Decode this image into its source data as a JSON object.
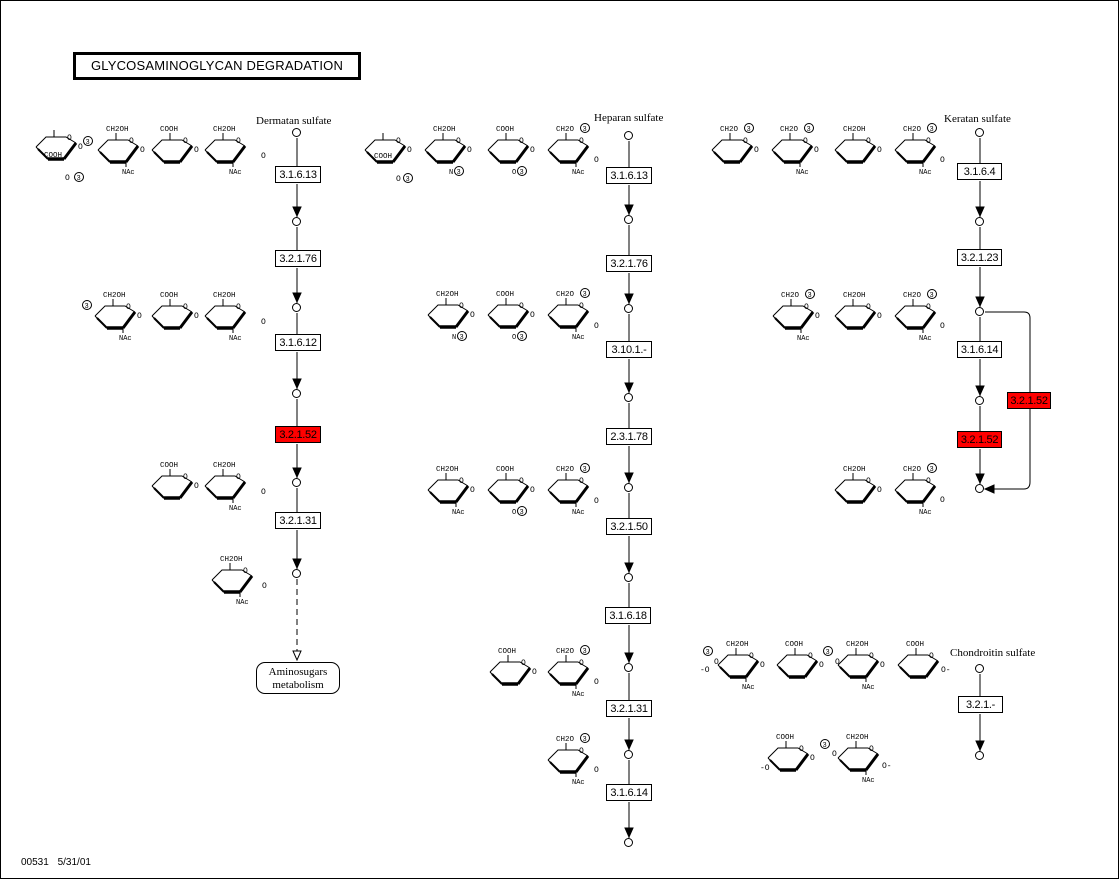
{
  "title": "GLYCOSAMINOGLYCAN DEGRADATION",
  "footer": {
    "map_id": "00531",
    "date": "5/31/01"
  },
  "colors": {
    "highlight": "#ff0000",
    "line": "#000000",
    "background": "#ffffff"
  },
  "pathways": [
    {
      "name": "Dermatan sulfate",
      "enzymes": [
        {
          "ec": "3.1.6.13",
          "highlighted": false
        },
        {
          "ec": "3.2.1.76",
          "highlighted": false
        },
        {
          "ec": "3.1.6.12",
          "highlighted": false
        },
        {
          "ec": "3.2.1.52",
          "highlighted": true
        },
        {
          "ec": "3.2.1.31",
          "highlighted": false
        }
      ],
      "output_map": "Aminosugars metabolism"
    },
    {
      "name": "Heparan sulfate",
      "enzymes": [
        {
          "ec": "3.1.6.13",
          "highlighted": false
        },
        {
          "ec": "3.2.1.76",
          "highlighted": false
        },
        {
          "ec": "3.10.1.-",
          "highlighted": false
        },
        {
          "ec": "2.3.1.78",
          "highlighted": false
        },
        {
          "ec": "3.2.1.50",
          "highlighted": false
        },
        {
          "ec": "3.1.6.18",
          "highlighted": false
        },
        {
          "ec": "3.2.1.31",
          "highlighted": false
        },
        {
          "ec": "3.1.6.14",
          "highlighted": false
        }
      ]
    },
    {
      "name": "Keratan sulfate",
      "enzymes": [
        {
          "ec": "3.1.6.4",
          "highlighted": false
        },
        {
          "ec": "3.2.1.23",
          "highlighted": false
        },
        {
          "ec": "3.1.6.14",
          "highlighted": false
        },
        {
          "ec": "3.2.1.52",
          "highlighted": true
        }
      ],
      "bypass_enzyme": {
        "ec": "3.2.1.52",
        "highlighted": true
      }
    },
    {
      "name": "Chondroitin sulfate",
      "enzymes": [
        {
          "ec": "3.2.1.-",
          "highlighted": false
        }
      ]
    }
  ],
  "structure_labels": {
    "ch2oh": "CH2OH",
    "ch2o": "CH2O",
    "cooh": "COOH",
    "nac": "NAc",
    "n": "N",
    "o": "O",
    "sulfate": "S"
  }
}
